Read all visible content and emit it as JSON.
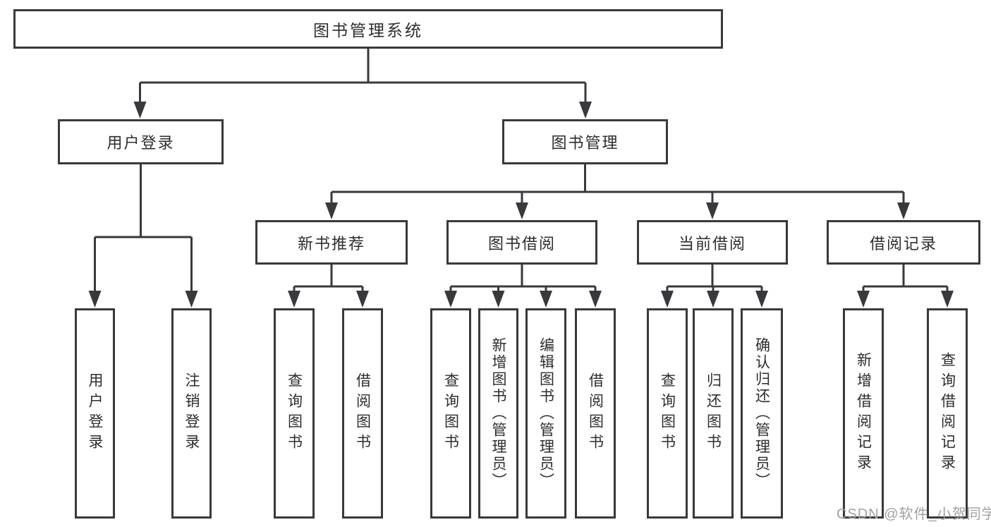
{
  "chart": {
    "type": "tree-diagram",
    "root": {
      "label": "图书管理系统"
    },
    "branches": [
      {
        "label": "用户登录"
      },
      {
        "label": "图书管理"
      }
    ],
    "modules": [
      {
        "label": "新书推荐"
      },
      {
        "label": "图书借阅"
      },
      {
        "label": "当前借阅"
      },
      {
        "label": "借阅记录"
      }
    ],
    "leaves": [
      {
        "label": "用户登录",
        "parent": "用户登录"
      },
      {
        "label": "注销登录",
        "parent": "用户登录"
      },
      {
        "label": "查询图书",
        "parent": "新书推荐"
      },
      {
        "label": "借阅图书",
        "parent": "新书推荐"
      },
      {
        "label": "查询图书",
        "parent": "图书借阅"
      },
      {
        "label": "新增图书（管理员）",
        "parent": "图书借阅"
      },
      {
        "label": "编辑图书（管理员）",
        "parent": "图书借阅"
      },
      {
        "label": "借阅图书",
        "parent": "图书借阅"
      },
      {
        "label": "查询图书",
        "parent": "当前借阅"
      },
      {
        "label": "归还图书",
        "parent": "当前借阅"
      },
      {
        "label": "确认归还（管理员）",
        "parent": "当前借阅"
      },
      {
        "label": "新增借阅记录",
        "parent": "借阅记录"
      },
      {
        "label": "查询借阅记录",
        "parent": "借阅记录"
      }
    ]
  },
  "watermark": {
    "text": "CSDN @软件_小贺同学"
  },
  "colors": {
    "line": "#39393d",
    "text": "#2d2d31",
    "box_background": "#ffffff",
    "watermark": "#a0a1a5",
    "background": "#ffffff"
  }
}
